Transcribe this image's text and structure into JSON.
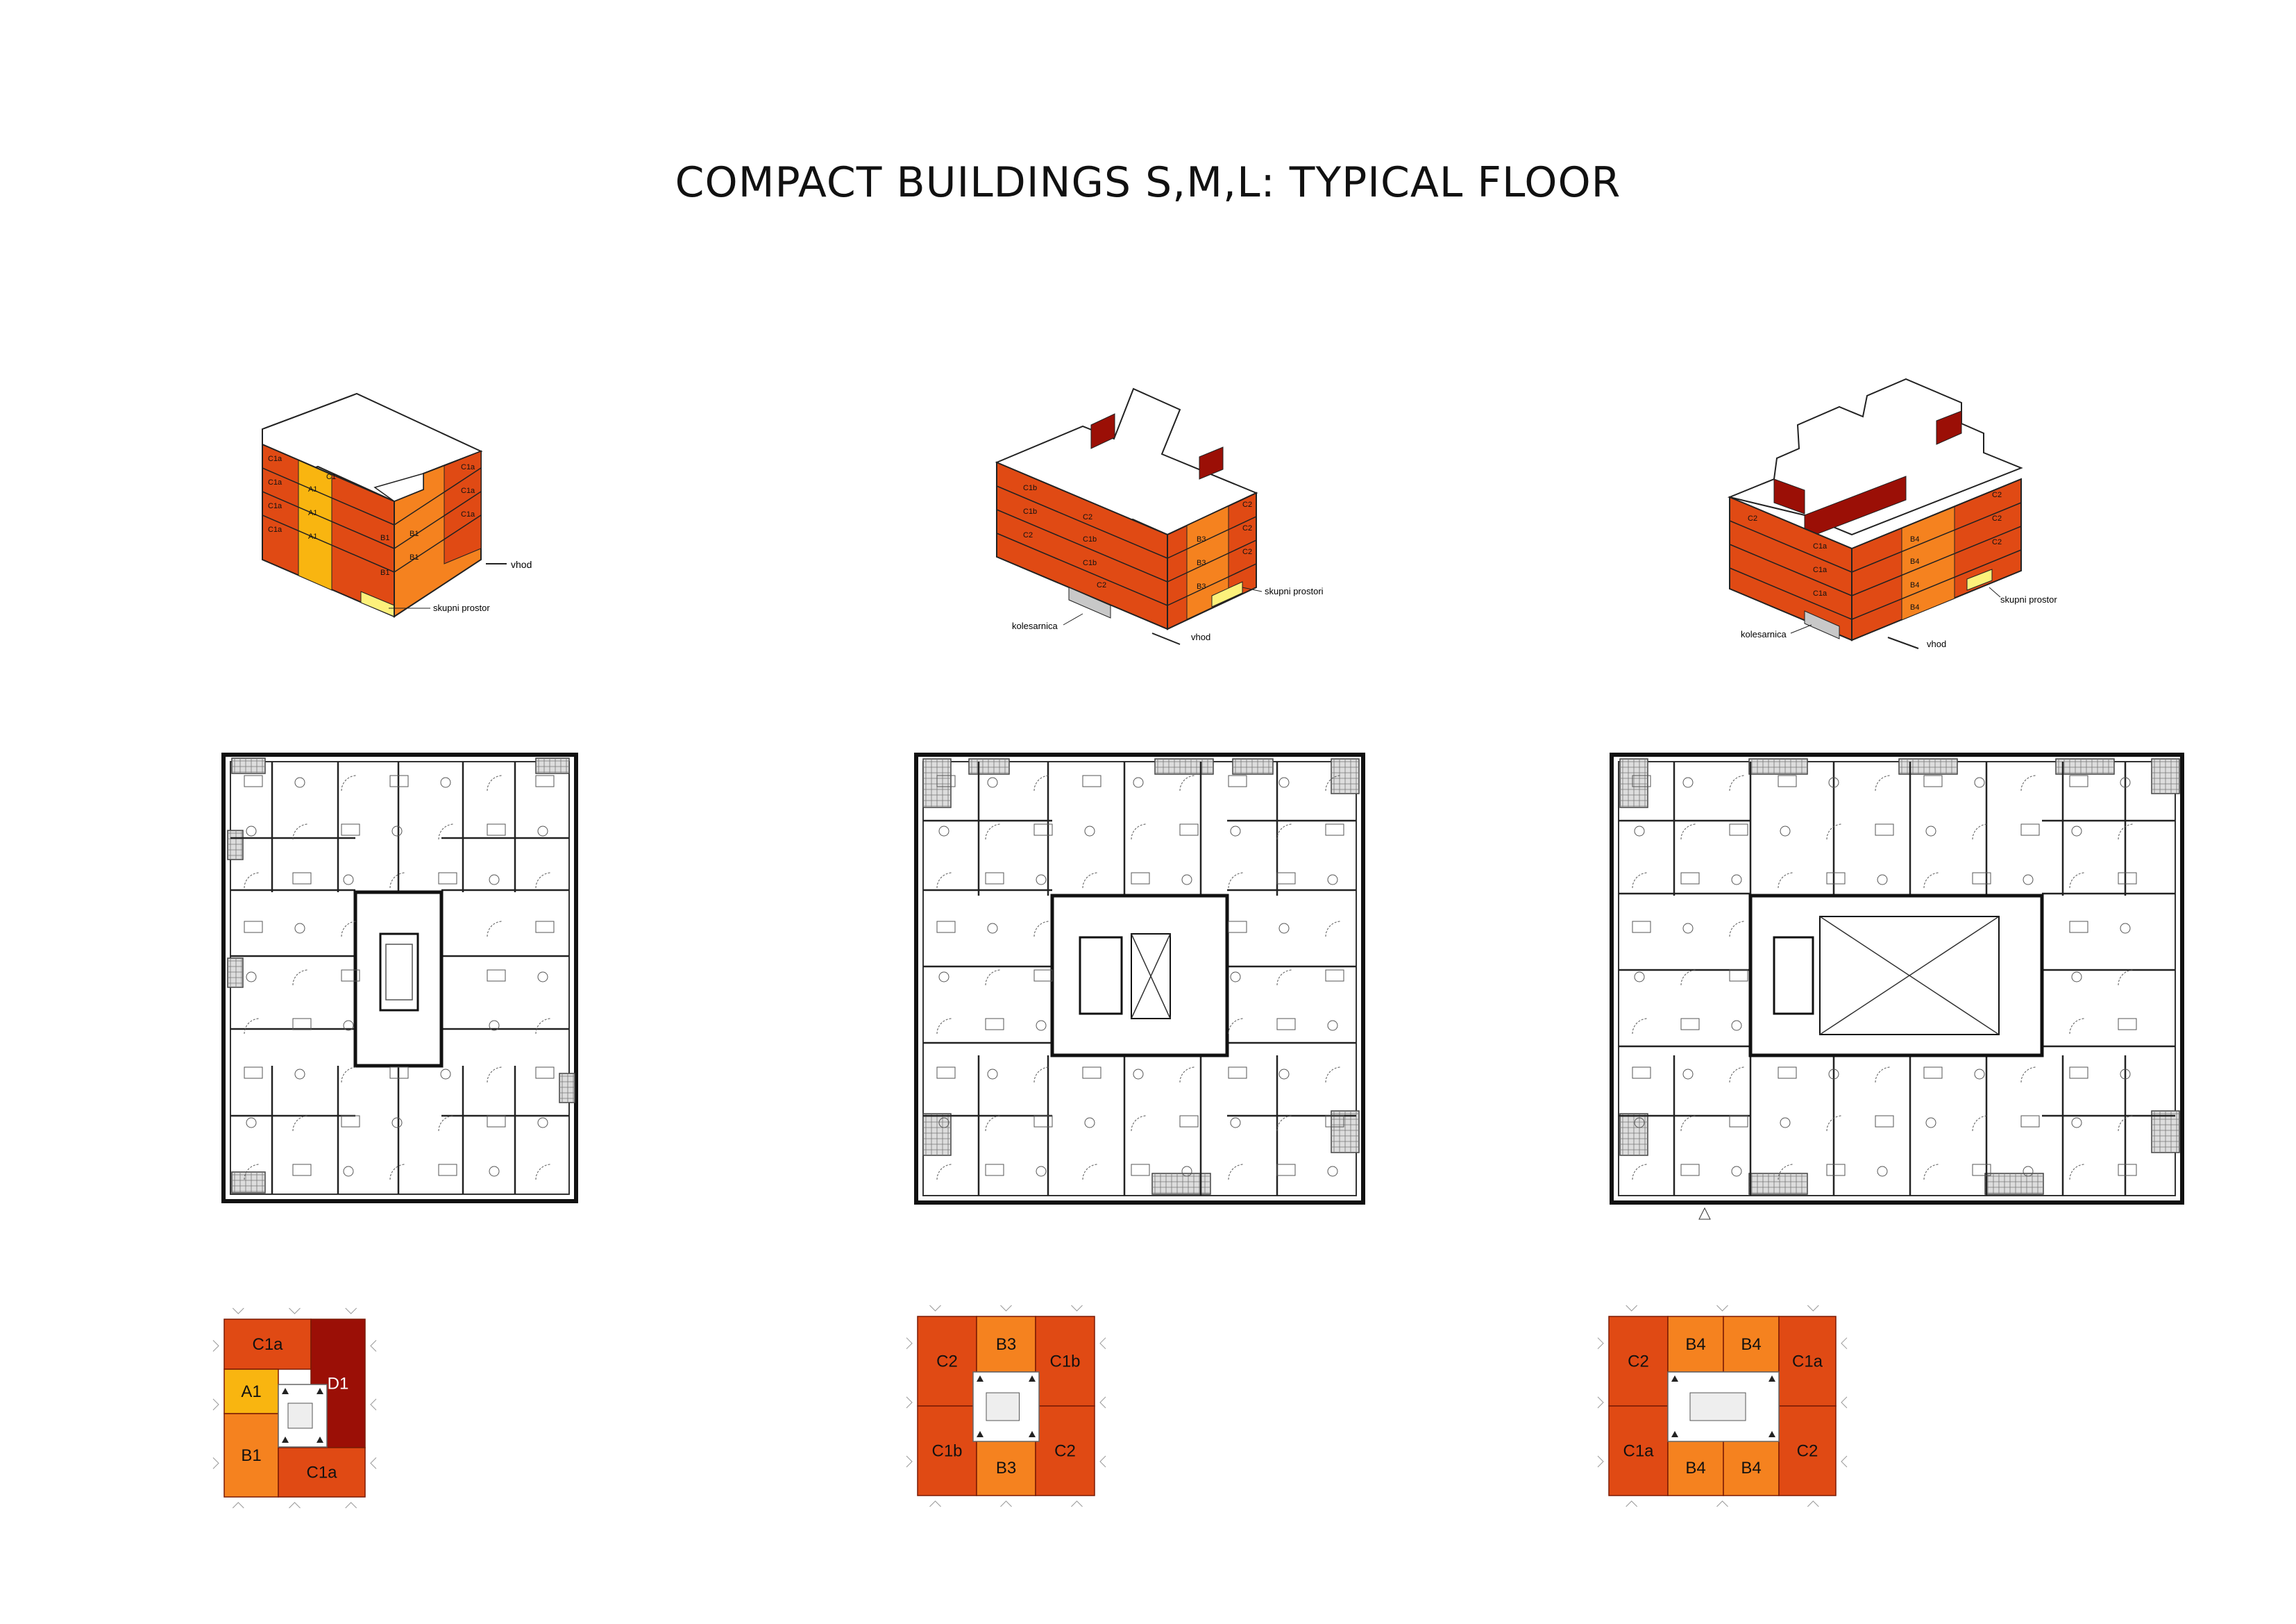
{
  "title": "COMPACT BUILDINGS S,M,L: TYPICAL FLOOR",
  "colors": {
    "C": "#e04a14",
    "B": "#f5821f",
    "A": "#f9b510",
    "D": "#9b0f06",
    "yellow": "#fdf17b",
    "core": "#ffffff"
  },
  "axonometric": {
    "small": {
      "labels": [
        "C1a",
        "C1a",
        "C1a",
        "C1a",
        "A1",
        "A1",
        "A1",
        "C1",
        "C1a",
        "C1a",
        "C1a",
        "B1",
        "B1",
        "B1",
        "B1"
      ],
      "entrance": "vhod",
      "common": "skupni prostor"
    },
    "medium": {
      "labels": [
        "C1b",
        "C1b",
        "C1b",
        "C1b",
        "C2",
        "C2",
        "C2",
        "B3",
        "B3",
        "B3",
        "C2",
        "C2",
        "C2"
      ],
      "bikes": "kolesarnica",
      "entrance": "vhod",
      "common": "skupni prostori"
    },
    "large": {
      "labels": [
        "C1a",
        "C1a",
        "C1a",
        "B4",
        "B4",
        "B4",
        "B4",
        "C2",
        "C2",
        "C2",
        "C2"
      ],
      "bikes": "kolesarnica",
      "entrance": "vhod",
      "common": "skupni prostor"
    }
  },
  "schemes": {
    "small": [
      {
        "label": "C1a",
        "type": "C"
      },
      {
        "label": "D1",
        "type": "D"
      },
      {
        "label": "A1",
        "type": "A"
      },
      {
        "label": "B1",
        "type": "B"
      },
      {
        "label": "C1a",
        "type": "C"
      }
    ],
    "medium": [
      {
        "label": "C2",
        "type": "C"
      },
      {
        "label": "B3",
        "type": "B"
      },
      {
        "label": "C1b",
        "type": "C"
      },
      {
        "label": "C1b",
        "type": "C"
      },
      {
        "label": "B3",
        "type": "B"
      },
      {
        "label": "C2",
        "type": "C"
      }
    ],
    "large": [
      {
        "label": "C2",
        "type": "C"
      },
      {
        "label": "B4",
        "type": "B"
      },
      {
        "label": "B4",
        "type": "B"
      },
      {
        "label": "C1a",
        "type": "C"
      },
      {
        "label": "C1a",
        "type": "C"
      },
      {
        "label": "B4",
        "type": "B"
      },
      {
        "label": "B4",
        "type": "B"
      },
      {
        "label": "C2",
        "type": "C"
      }
    ]
  }
}
